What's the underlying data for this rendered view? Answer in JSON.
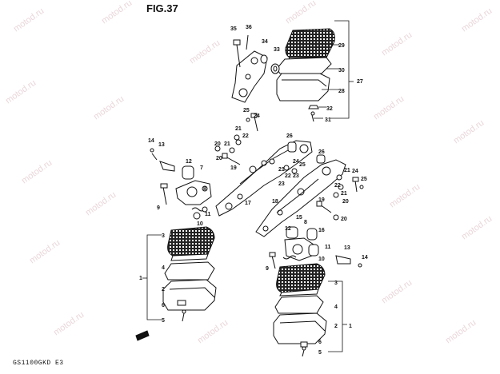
{
  "figure": {
    "title": "FIG.37",
    "code": "GS1100GKD E3"
  },
  "watermark": {
    "text": "motod.ru"
  },
  "callouts": [
    "1",
    "2",
    "3",
    "4",
    "5",
    "6",
    "7",
    "8",
    "9",
    "10",
    "11",
    "12",
    "13",
    "14",
    "15",
    "16",
    "17",
    "18",
    "19",
    "20",
    "21",
    "22",
    "23",
    "24",
    "25",
    "26",
    "27",
    "28",
    "29",
    "30",
    "31",
    "32",
    "33",
    "34",
    "35",
    "36"
  ],
  "colors": {
    "ink": "#111111",
    "watermark": "#e8d2d6",
    "paper": "#ffffff"
  }
}
